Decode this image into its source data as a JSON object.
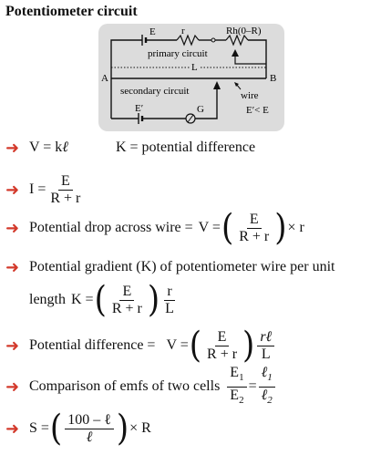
{
  "title": "Potentiometer circuit",
  "circuit": {
    "label_E": "E",
    "label_r": "r",
    "label_Rh": "Rh(0–R)",
    "label_primary": "primary circuit",
    "label_L": "L",
    "label_A": "A",
    "label_B": "B",
    "label_secondary": "secondary circuit",
    "label_wire": "wire",
    "label_E1": "E′",
    "label_G": "G",
    "label_cond": "E′< E"
  },
  "items": [
    {
      "lhs": "V = k",
      "ell": "ℓ",
      "note": "K = potential difference"
    },
    {
      "lhs": "I =",
      "num": "E",
      "den": "R + r"
    },
    {
      "text": "Potential  drop across wire =",
      "lhs": "V =",
      "num": "E",
      "den": "R + r",
      "tail": "× r"
    },
    {
      "text": "Potential gradient (K) of potentiometer wire per unit"
    },
    {
      "text": "length",
      "lhs": "K =",
      "num": "E",
      "den": "R + r",
      "num2": "r",
      "den2": "L"
    },
    {
      "text": "Potential difference =",
      "lhs": "V =",
      "num": "E",
      "den": "R + r",
      "num2": "rℓ",
      "den2": "L"
    },
    {
      "text": "Comparison of emfs of two cells",
      "num": "E",
      "num_sub": "1",
      "den": "E",
      "den_sub": "2",
      "eq": "=",
      "num2": "ℓ",
      "num2_sub": "1",
      "den2": "ℓ",
      "den2_sub": "2"
    },
    {
      "lhs": "S =",
      "num": "100 – ℓ",
      "den": "ℓ",
      "tail": "× R"
    }
  ]
}
